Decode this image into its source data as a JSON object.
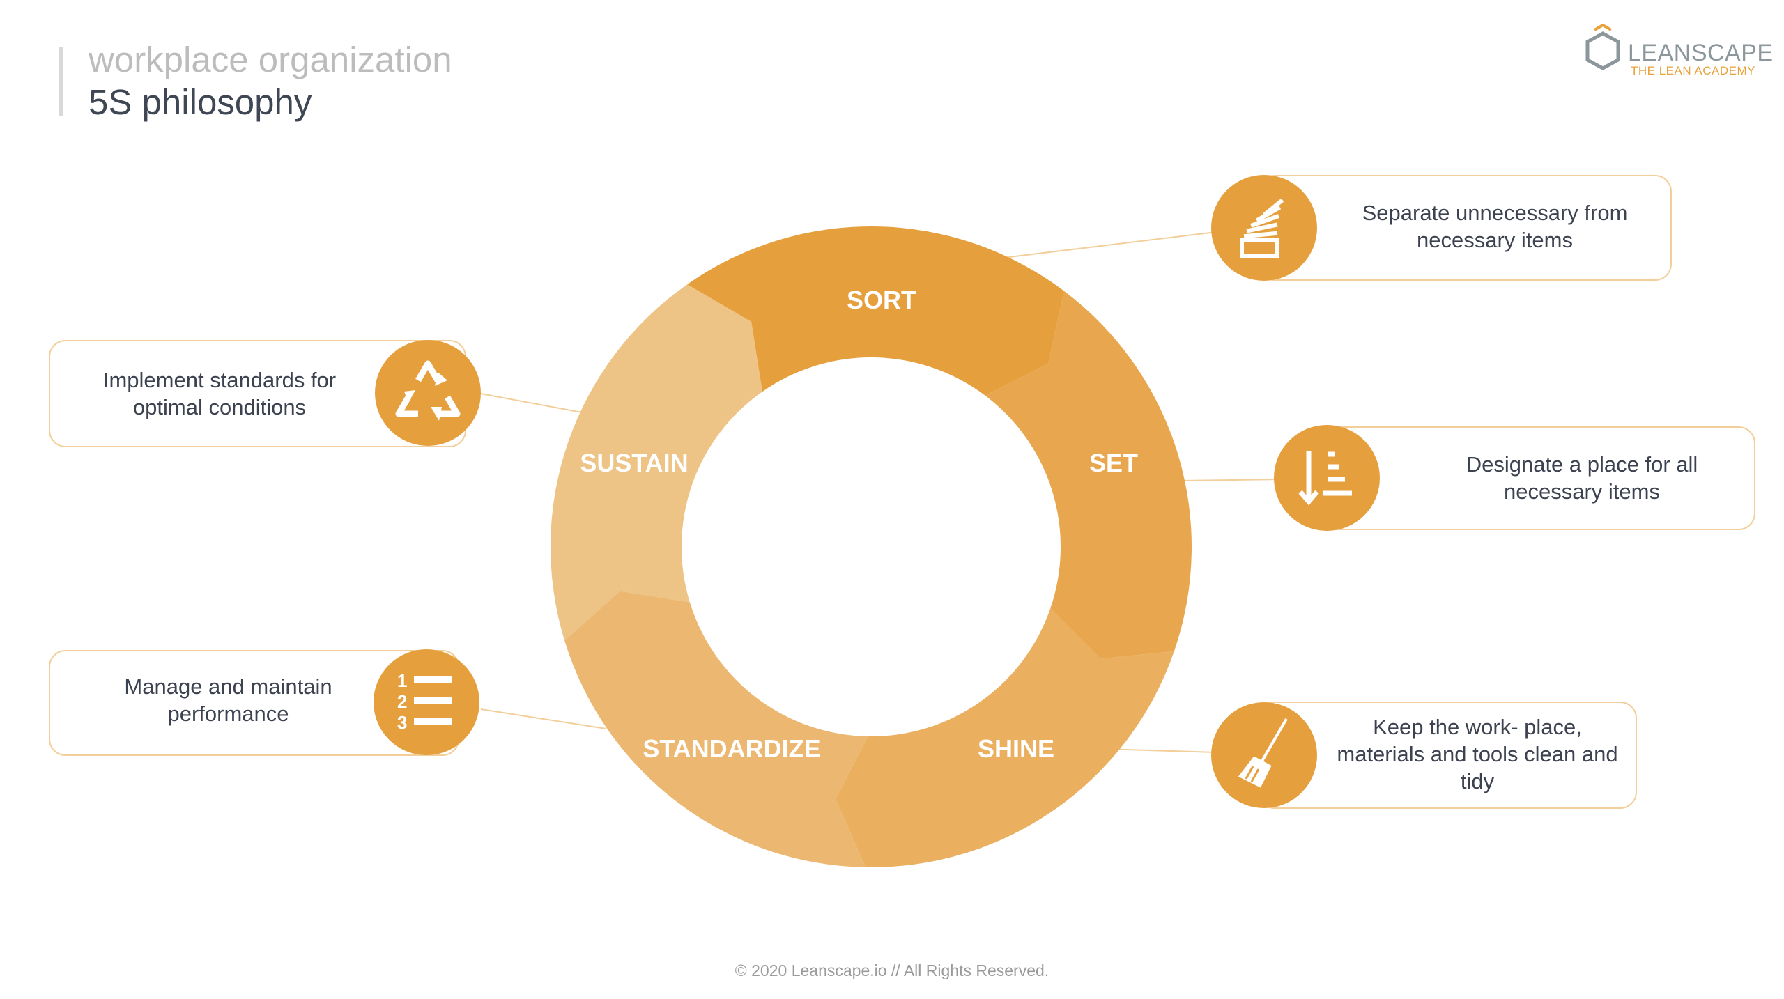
{
  "header": {
    "kicker": "workplace organization",
    "title": "5S philosophy"
  },
  "logo": {
    "name": "LEANSCAPE",
    "tagline": "THE LEAN ACADEMY"
  },
  "colors": {
    "accent": "#e69f3d",
    "card_border": "#f2cf9a",
    "text": "#3d4250"
  },
  "cycle": {
    "segments": [
      {
        "label": "SORT",
        "color": "#e69f3d"
      },
      {
        "label": "SET",
        "color": "#e8a74e"
      },
      {
        "label": "SHINE",
        "color": "#eab060"
      },
      {
        "label": "STANDARDIZE",
        "color": "#ecb871"
      },
      {
        "label": "SUSTAIN",
        "color": "#eec486"
      }
    ]
  },
  "steps": {
    "sort": {
      "description": "Separate unnecessary from necessary items",
      "icon": "stacked-items-icon"
    },
    "set": {
      "description": "Designate a place for all necessary items",
      "icon": "sort-descending-icon"
    },
    "shine": {
      "description": "Keep the work- place, materials and tools clean and tidy",
      "icon": "broom-icon"
    },
    "standardize": {
      "description": "Manage and maintain performance",
      "icon": "numbered-list-icon"
    },
    "sustain": {
      "description": "Implement standards for optimal conditions",
      "icon": "recycle-icon"
    }
  },
  "footer": "© 2020 Leanscape.io // All Rights Reserved."
}
